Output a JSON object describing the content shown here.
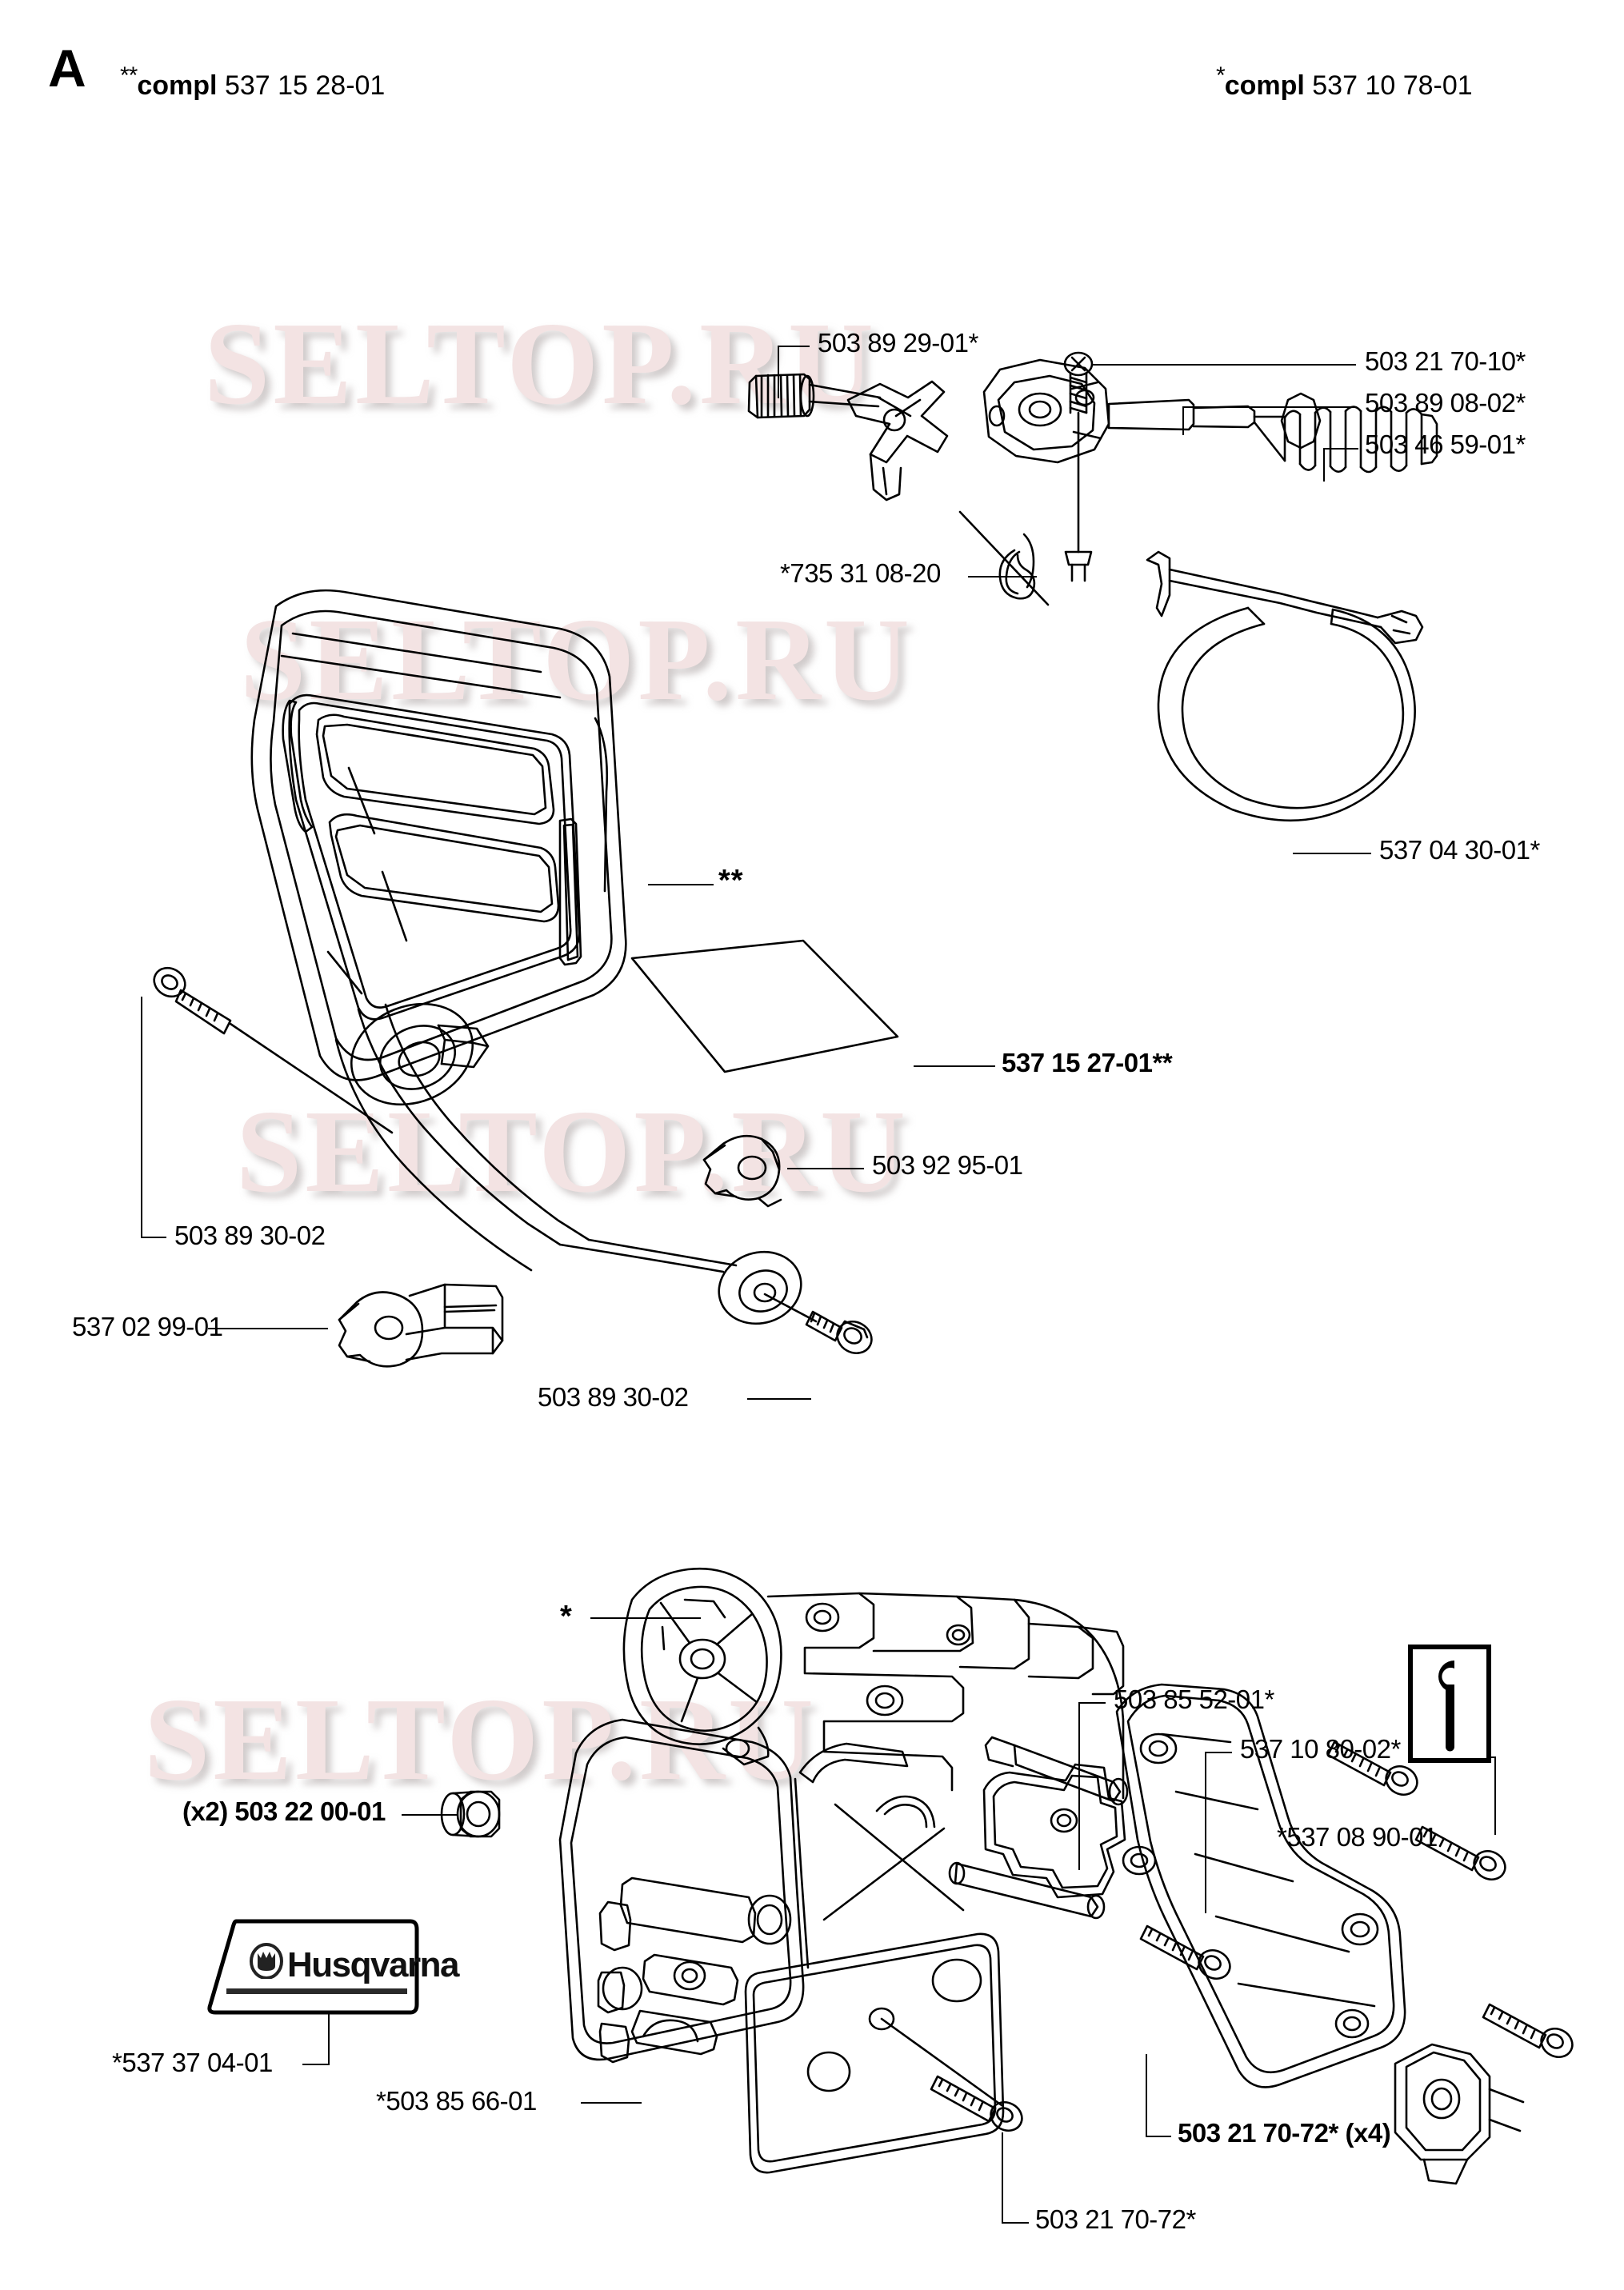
{
  "page": {
    "section_letter": "A",
    "header_left": {
      "prefix": "**",
      "bold": "compl",
      "number": "537 15 28-01"
    },
    "header_right": {
      "prefix": "*",
      "bold": "compl",
      "number": "537 10 78-01"
    },
    "watermark_text": "SELTOP.RU",
    "background_color": "#ffffff",
    "line_color": "#000000",
    "watermark_color": "#f3e3e3"
  },
  "upper_assembly": {
    "title": "Chain brake / hand guard assembly",
    "markers": [
      {
        "name": "cover-marker",
        "text": "**"
      }
    ],
    "labels": [
      {
        "id": "l1",
        "text": "503 89 29-01*",
        "part": "503 89 29-01",
        "suffix": "*"
      },
      {
        "id": "l2",
        "text": "503 21 70-10*",
        "part": "503 21 70-10",
        "suffix": "*"
      },
      {
        "id": "l3",
        "text": "503 89 08-02*",
        "part": "503 89 08-02",
        "suffix": "*"
      },
      {
        "id": "l4",
        "text": "503 46 59-01*",
        "part": "503 46 59-01",
        "suffix": "*"
      },
      {
        "id": "l5",
        "text": "*735 31 08-20",
        "part": "735 31 08-20",
        "prefix": "*"
      },
      {
        "id": "l6",
        "text": "537 04 30-01*",
        "part": "537 04 30-01",
        "suffix": "*"
      },
      {
        "id": "l7",
        "text": "537 15 27-01**",
        "part": "537 15 27-01",
        "suffix": "**"
      },
      {
        "id": "l8",
        "text": "503 92 95-01",
        "part": "503 92 95-01"
      },
      {
        "id": "l9",
        "text": "503 89 30-02",
        "part": "503 89 30-02"
      },
      {
        "id": "l10",
        "text": "537 02 99-01",
        "part": "537 02 99-01"
      },
      {
        "id": "l11",
        "text": "503 89 30-02",
        "part": "503 89 30-02"
      }
    ]
  },
  "lower_assembly": {
    "title": "Crankcase cover / clutch cover assembly",
    "markers": [
      {
        "name": "starter-marker",
        "text": "*"
      }
    ],
    "labels": [
      {
        "id": "b1",
        "text": "503 85 52-01*",
        "part": "503 85 52-01",
        "suffix": "*"
      },
      {
        "id": "b2",
        "text": "537 10 80-02*",
        "part": "537 10 80-02",
        "suffix": "*"
      },
      {
        "id": "b3",
        "text": "*537 08 90-01",
        "part": "537 08 90-01",
        "prefix": "*"
      },
      {
        "id": "b4",
        "text": "(x2) 503 22 00-01",
        "part": "503 22 00-01",
        "qty": "(x2)"
      },
      {
        "id": "b5",
        "text": "*537 37 04-01",
        "part": "537 37 04-01",
        "prefix": "*"
      },
      {
        "id": "b6",
        "text": "*503 85 66-01",
        "part": "503 85 66-01",
        "prefix": "*"
      },
      {
        "id": "b7",
        "text": "503 21 70-72* (x4)",
        "part": "503 21 70-72",
        "suffix": "*",
        "qty": "(x4)"
      },
      {
        "id": "b8",
        "text": "503 21 70-72*",
        "part": "503 21 70-72",
        "suffix": "*"
      }
    ],
    "decal": {
      "brand": "Husqvarna",
      "logo": "husqvarna-crown-logo"
    },
    "tool_icon": {
      "name": "wrench-icon",
      "boxed": true
    }
  }
}
